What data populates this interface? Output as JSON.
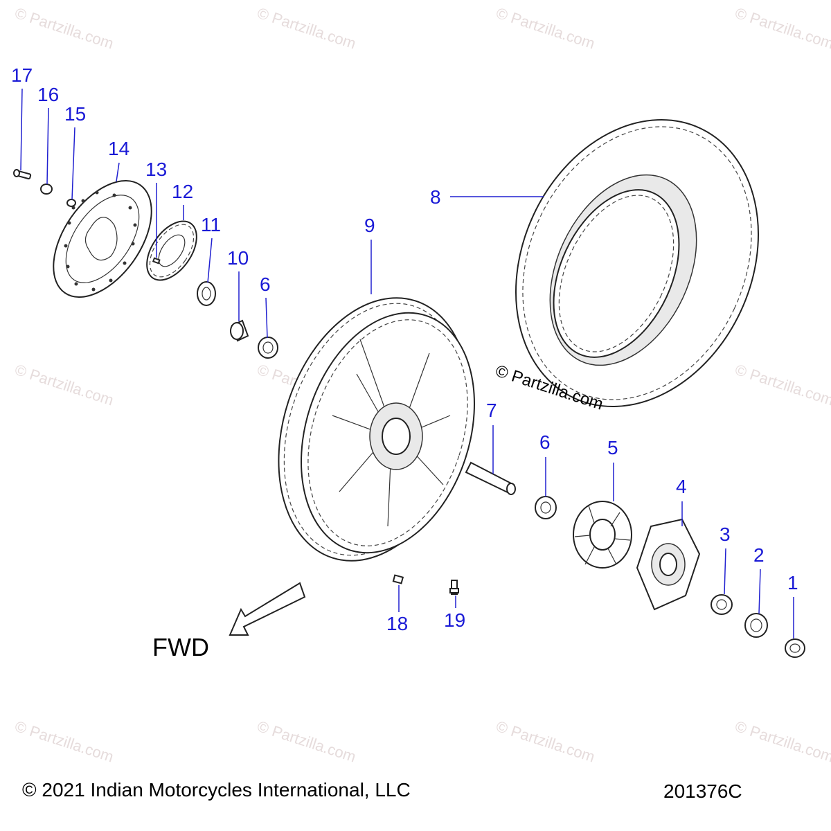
{
  "watermark": "© Partzilla.com",
  "center_watermark": "© Partzilla.com",
  "direction_label": "FWD",
  "copyright": "© 2021 Indian Motorcycles International, LLC",
  "diagram_code": "201376C",
  "callouts": {
    "c1": "1",
    "c2": "2",
    "c3": "3",
    "c4": "4",
    "c5": "5",
    "c6a": "6",
    "c6b": "6",
    "c7": "7",
    "c8": "8",
    "c9": "9",
    "c10": "10",
    "c11": "11",
    "c12": "12",
    "c13": "13",
    "c14": "14",
    "c15": "15",
    "c16": "16",
    "c17": "17",
    "c18": "18",
    "c19": "19"
  },
  "colors": {
    "callout": "#1a1ad6",
    "watermark": "#e6dcdc",
    "line": "#222222"
  }
}
